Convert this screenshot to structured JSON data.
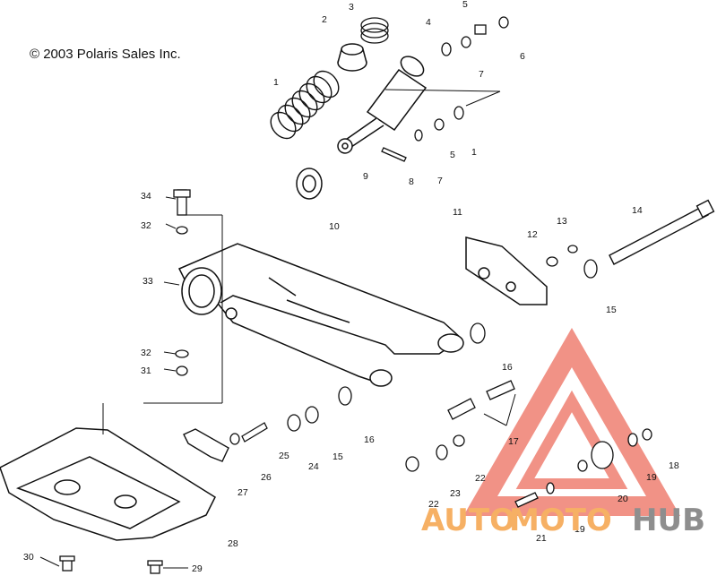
{
  "copyright": "© 2003 Polaris Sales Inc.",
  "callouts": [
    {
      "id": "c1a",
      "text": "1"
    },
    {
      "id": "c1b",
      "text": "1"
    },
    {
      "id": "c2",
      "text": "2"
    },
    {
      "id": "c3",
      "text": "3"
    },
    {
      "id": "c4",
      "text": "4"
    },
    {
      "id": "c5a",
      "text": "5"
    },
    {
      "id": "c5b",
      "text": "5"
    },
    {
      "id": "c6",
      "text": "6"
    },
    {
      "id": "c7a",
      "text": "7"
    },
    {
      "id": "c7b",
      "text": "7"
    },
    {
      "id": "c8",
      "text": "8"
    },
    {
      "id": "c9",
      "text": "9"
    },
    {
      "id": "c10",
      "text": "10"
    },
    {
      "id": "c11",
      "text": "11"
    },
    {
      "id": "c12",
      "text": "12"
    },
    {
      "id": "c13",
      "text": "13"
    },
    {
      "id": "c14",
      "text": "14"
    },
    {
      "id": "c15a",
      "text": "15"
    },
    {
      "id": "c15b",
      "text": "15"
    },
    {
      "id": "c16a",
      "text": "16"
    },
    {
      "id": "c16b",
      "text": "16"
    },
    {
      "id": "c17",
      "text": "17"
    },
    {
      "id": "c18",
      "text": "18"
    },
    {
      "id": "c19a",
      "text": "19"
    },
    {
      "id": "c19b",
      "text": "19"
    },
    {
      "id": "c20",
      "text": "20"
    },
    {
      "id": "c21",
      "text": "21"
    },
    {
      "id": "c22a",
      "text": "22"
    },
    {
      "id": "c22b",
      "text": "22"
    },
    {
      "id": "c23",
      "text": "23"
    },
    {
      "id": "c24",
      "text": "24"
    },
    {
      "id": "c25",
      "text": "25"
    },
    {
      "id": "c26",
      "text": "26"
    },
    {
      "id": "c27",
      "text": "27"
    },
    {
      "id": "c28",
      "text": "28"
    },
    {
      "id": "c29",
      "text": "29"
    },
    {
      "id": "c30",
      "text": "30"
    },
    {
      "id": "c31",
      "text": "31"
    },
    {
      "id": "c32a",
      "text": "32"
    },
    {
      "id": "c32b",
      "text": "32"
    },
    {
      "id": "c33",
      "text": "33"
    },
    {
      "id": "c34",
      "text": "34"
    }
  ],
  "watermark": {
    "part1": "AUTO",
    "part2": "MOTO",
    "part3": "HUB",
    "color_primary": "#f08a7a",
    "color_secondary": "#f7b266",
    "color_tertiary": "#9b9b9b"
  }
}
